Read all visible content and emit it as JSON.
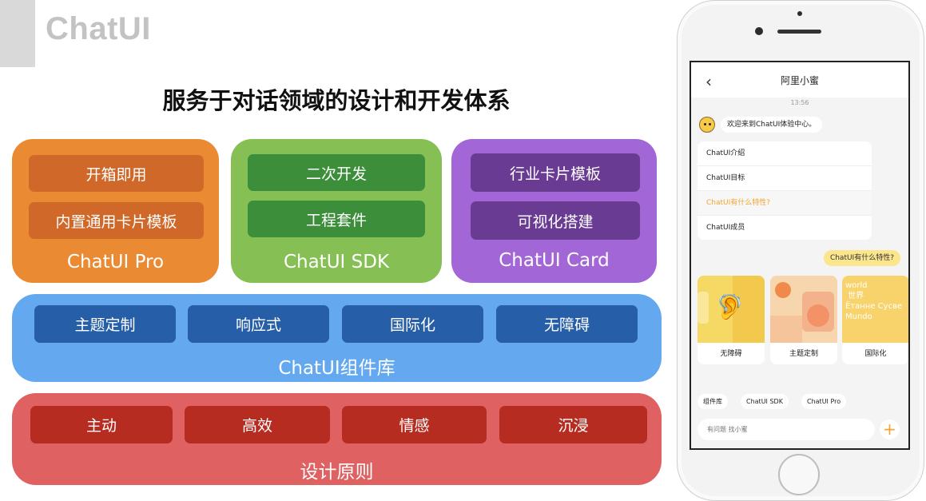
{
  "brand": {
    "title": "ChatUI"
  },
  "main_title": "服务于对话领域的设计和开发体系",
  "panels": {
    "pro": {
      "items": [
        "开箱即用",
        "内置通用卡片模板"
      ],
      "label": "ChatUI Pro",
      "color": "#ea8b34"
    },
    "sdk": {
      "items": [
        "二次开发",
        "工程套件"
      ],
      "label": "ChatUI SDK",
      "color": "#86bf53"
    },
    "card": {
      "items": [
        "行业卡片模板",
        "可视化搭建"
      ],
      "label": "ChatUI Card",
      "color": "#a266d6"
    },
    "library": {
      "items": [
        "主题定制",
        "响应式",
        "国际化",
        "无障碍"
      ],
      "label": "ChatUI组件库",
      "color": "#64a8f0"
    },
    "principles": {
      "items": [
        "主动",
        "高效",
        "情感",
        "沉浸"
      ],
      "label": "设计原则",
      "color": "#e06161"
    }
  },
  "phone": {
    "nav_title": "阿里小蜜",
    "time": "13:56",
    "welcome": "欢迎来到ChatUI体验中心。",
    "questions": [
      "ChatUI介绍",
      "ChatUI目标",
      "ChatUI有什么特性?",
      "ChatUI成员"
    ],
    "user_message": "ChatUI有什么特性?",
    "cards": [
      {
        "caption": "无障碍",
        "icon": "ear-icon"
      },
      {
        "caption": "主题定制"
      },
      {
        "caption": "国际化",
        "image_text": "world\n 世界\nЁтанне Сусве\nMundo"
      }
    ],
    "quick_replies": [
      "组件库",
      "ChatUI SDK",
      "ChatUI Pro"
    ],
    "composer_placeholder": "有问题 找小蜜",
    "accent": "#f3a432"
  }
}
